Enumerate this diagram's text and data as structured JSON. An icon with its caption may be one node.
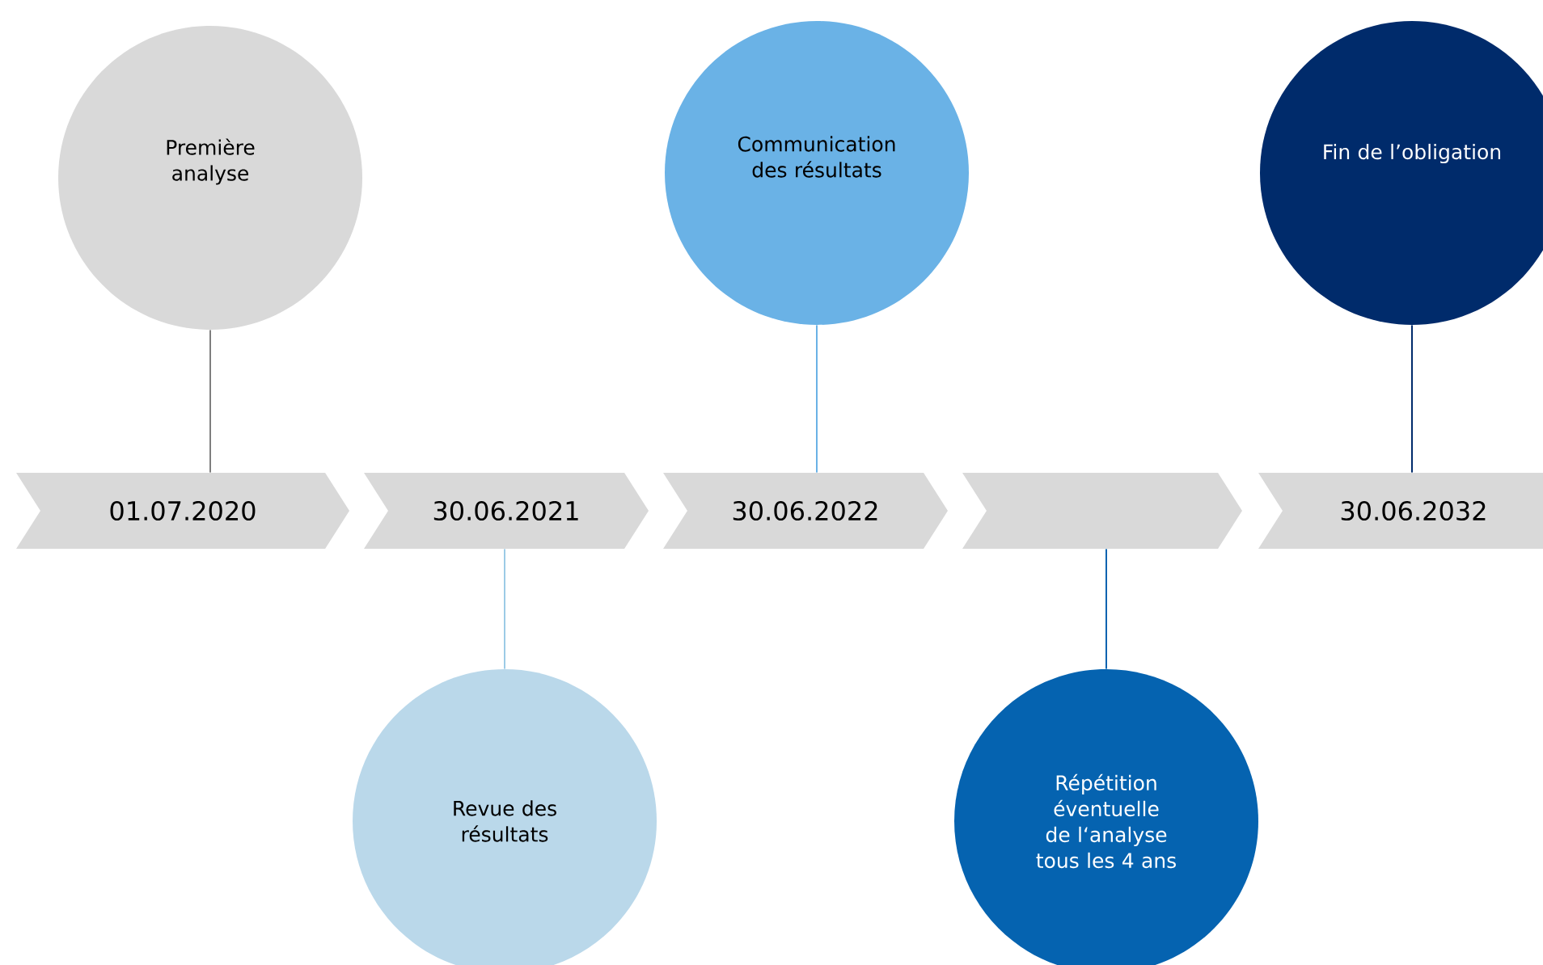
{
  "diagram": {
    "nodes": [
      {
        "text": [
          "01.07.2020"
        ]
      },
      {
        "text": [
          "30.06.2021"
        ]
      },
      {
        "text": [
          "30.06.2022"
        ]
      },
      {
        "text": [],
        "shape": "chevron"
      },
      {
        "text": [
          "30.06.2032"
        ]
      },
      {
        "text": [
          "Première analyse"
        ]
      },
      {
        "text": [
          "Revue des résultats"
        ]
      },
      {
        "text": [
          "Communication des résultats"
        ]
      },
      {
        "text": [
          "Répétition éventuelle de l‘analyse tous les 4 ans"
        ]
      },
      {
        "text": [
          "Fin de l’obligation"
        ]
      }
    ],
    "edges": [
      {
        "from": 5,
        "to": 0,
        "arrow": "none",
        "color": "#7f7f7f"
      },
      {
        "from": 6,
        "to": 1,
        "arrow": "none",
        "color": "#9ccbe6"
      },
      {
        "from": 7,
        "to": 2,
        "arrow": "none",
        "color": "#6ab2e6"
      },
      {
        "from": 8,
        "to": 3,
        "arrow": "none",
        "color": "#0563b0"
      },
      {
        "from": 9,
        "to": 4,
        "arrow": "none",
        "color": "#002b6b"
      }
    ]
  }
}
